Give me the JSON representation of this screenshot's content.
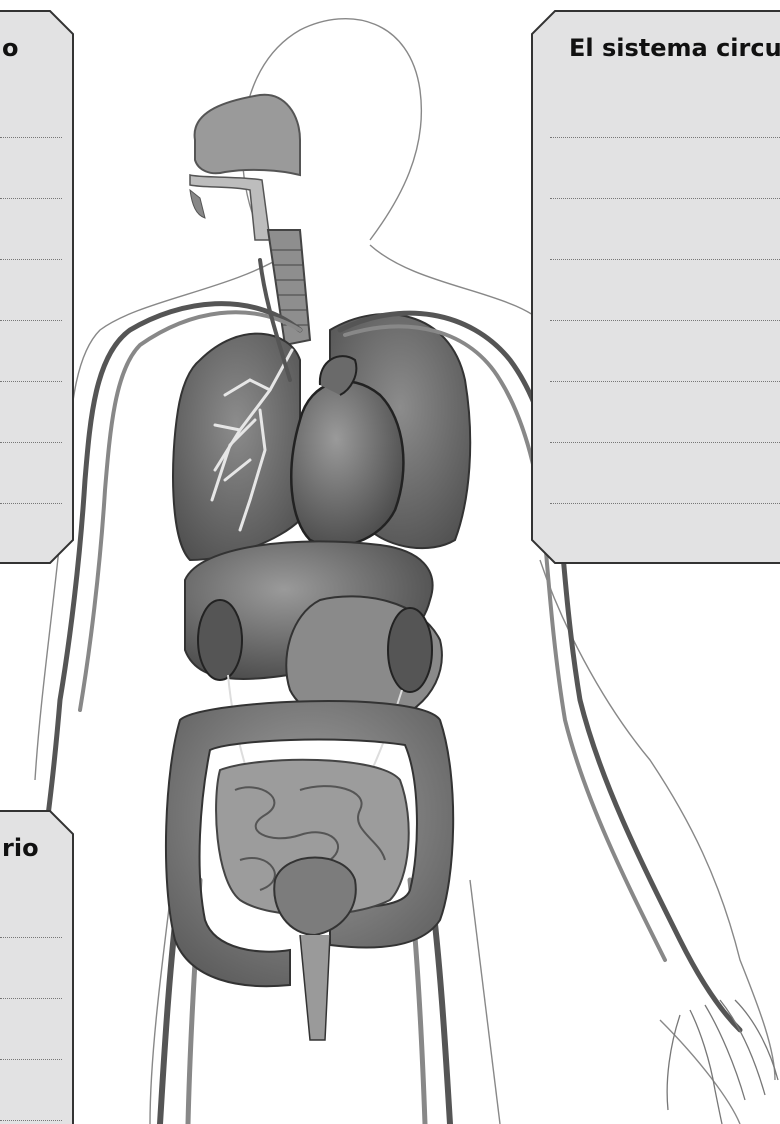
{
  "panels": {
    "top_left": {
      "title_fragment": "o"
    },
    "top_right": {
      "title": "El sistema circu"
    },
    "bottom_left": {
      "title_fragment": "rio"
    }
  },
  "figure": {
    "subject": "anatomy-torso-illustration"
  },
  "colors": {
    "panel_fill": "#e2e2e3",
    "panel_border": "#333333"
  }
}
